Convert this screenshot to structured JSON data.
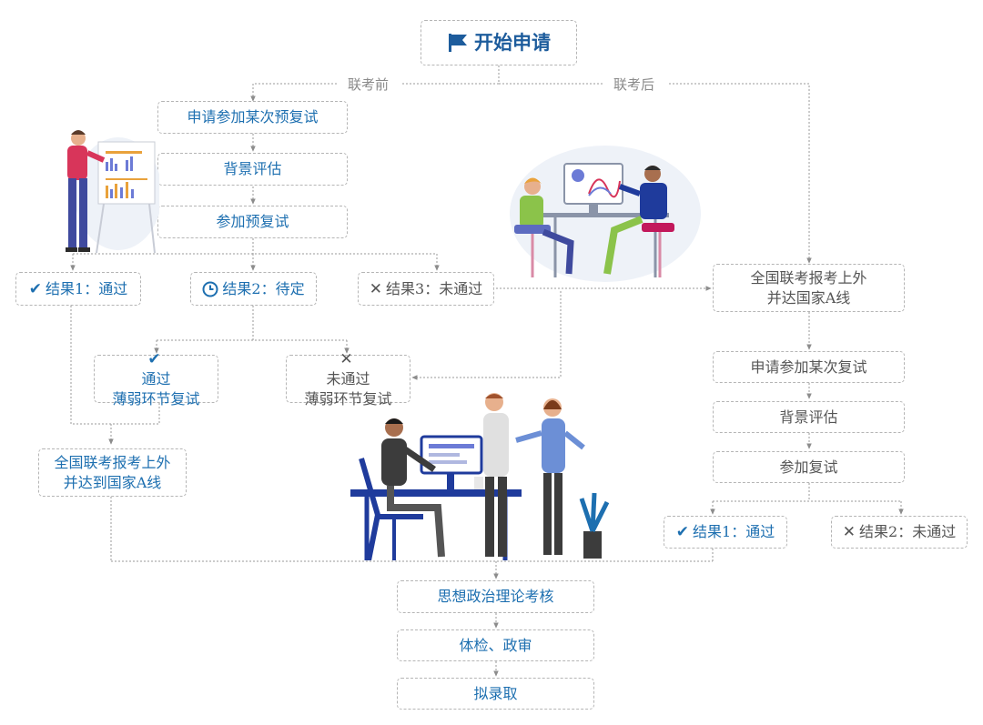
{
  "start": {
    "label": "开始申请",
    "icon": "flag-icon"
  },
  "phases": {
    "before": "联考前",
    "after": "联考后"
  },
  "before_exam": {
    "steps": [
      "申请参加某次预复试",
      "背景评估",
      "参加预复试"
    ],
    "results": [
      {
        "mark": "✔",
        "label": "结果1：通过"
      },
      {
        "mark": "⏱",
        "label": "结果2：待定"
      },
      {
        "mark": "✕",
        "label": "结果3：未通过"
      }
    ],
    "pending_outcomes": [
      {
        "mark": "✔",
        "line1": "通过",
        "line2": "薄弱环节复试"
      },
      {
        "mark": "✕",
        "line1": "未通过",
        "line2": "薄弱环节复试"
      }
    ],
    "national_line": {
      "line1": "全国联考报考上外",
      "line2": "并达到国家A线"
    }
  },
  "after_exam": {
    "national_line": {
      "line1": "全国联考报考上外",
      "line2": "并达国家A线"
    },
    "steps": [
      "申请参加某次复试",
      "背景评估",
      "参加复试"
    ],
    "results": [
      {
        "mark": "✔",
        "label": "结果1：通过"
      },
      {
        "mark": "✕",
        "label": "结果2：未通过"
      }
    ]
  },
  "final_steps": [
    "思想政治理论考核",
    "体检、政审",
    "拟录取"
  ],
  "colors": {
    "accent": "#1d6fb0",
    "start": "#1d5c9c",
    "line": "#9a9a9a",
    "muted": "#555555"
  }
}
